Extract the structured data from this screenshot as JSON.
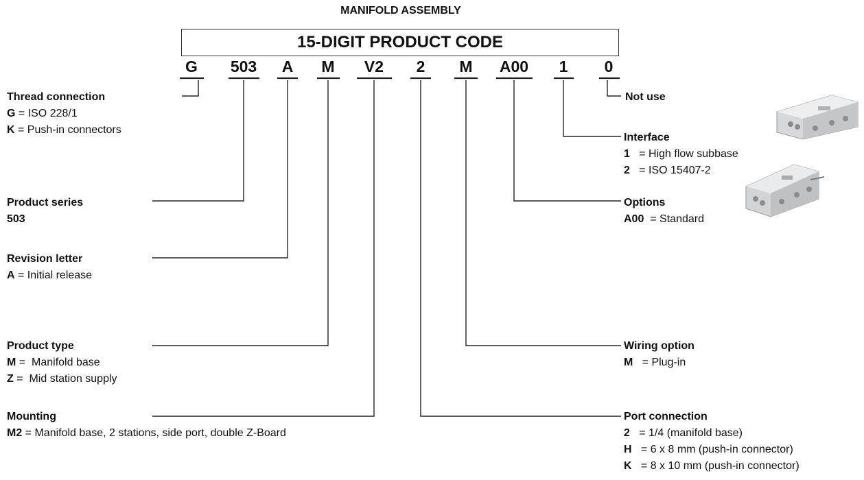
{
  "title": "MANIFOLD ASSEMBLY",
  "code_box_label": "15-DIGIT PRODUCT CODE",
  "segments": [
    "G",
    "503",
    "A",
    "M",
    "V2",
    "2",
    "M",
    "A00",
    "1",
    "0"
  ],
  "blocks": {
    "thread": {
      "heading": "Thread connection",
      "options": [
        {
          "code": "G",
          "sep": " = ",
          "desc": "ISO 228/1"
        },
        {
          "code": "K",
          "sep": " = ",
          "desc": "Push-in connectors"
        }
      ]
    },
    "series": {
      "heading": "Product series",
      "options": [
        {
          "code": "503",
          "sep": "",
          "desc": ""
        }
      ]
    },
    "revision": {
      "heading": "Revision letter",
      "options": [
        {
          "code": "A",
          "sep": " = ",
          "desc": "Initial release"
        }
      ]
    },
    "type": {
      "heading": "Product type",
      "options": [
        {
          "code": "M",
          "sep": " =  ",
          "desc": "Manifold base"
        },
        {
          "code": "Z",
          "sep": " =  ",
          "desc": "Mid station supply"
        }
      ]
    },
    "mounting": {
      "heading": "Mounting",
      "options": [
        {
          "code": "M2",
          "sep": " = ",
          "desc": "Manifold base, 2 stations, side port, double Z-Board"
        }
      ]
    },
    "notuse": {
      "heading": "Not use",
      "options": []
    },
    "interface": {
      "heading": "Interface",
      "options": [
        {
          "code": "1",
          "sep": "   = ",
          "desc": "High flow subbase"
        },
        {
          "code": "2",
          "sep": "   = ",
          "desc": "ISO 15407-2"
        }
      ]
    },
    "options": {
      "heading": "Options",
      "options": [
        {
          "code": "A00",
          "sep": "  = ",
          "desc": "Standard"
        }
      ]
    },
    "wiring": {
      "heading": "Wiring option",
      "options": [
        {
          "code": "M",
          "sep": "   = ",
          "desc": "Plug-in"
        }
      ]
    },
    "port": {
      "heading": "Port connection",
      "options": [
        {
          "code": "2",
          "sep": "   = ",
          "desc": "1/4 (manifold base)"
        },
        {
          "code": "H",
          "sep": "   = ",
          "desc": "6 x 8 mm (push-in connector)"
        },
        {
          "code": "K",
          "sep": "   = ",
          "desc": "8 x 10 mm (push-in connector)"
        }
      ]
    }
  }
}
